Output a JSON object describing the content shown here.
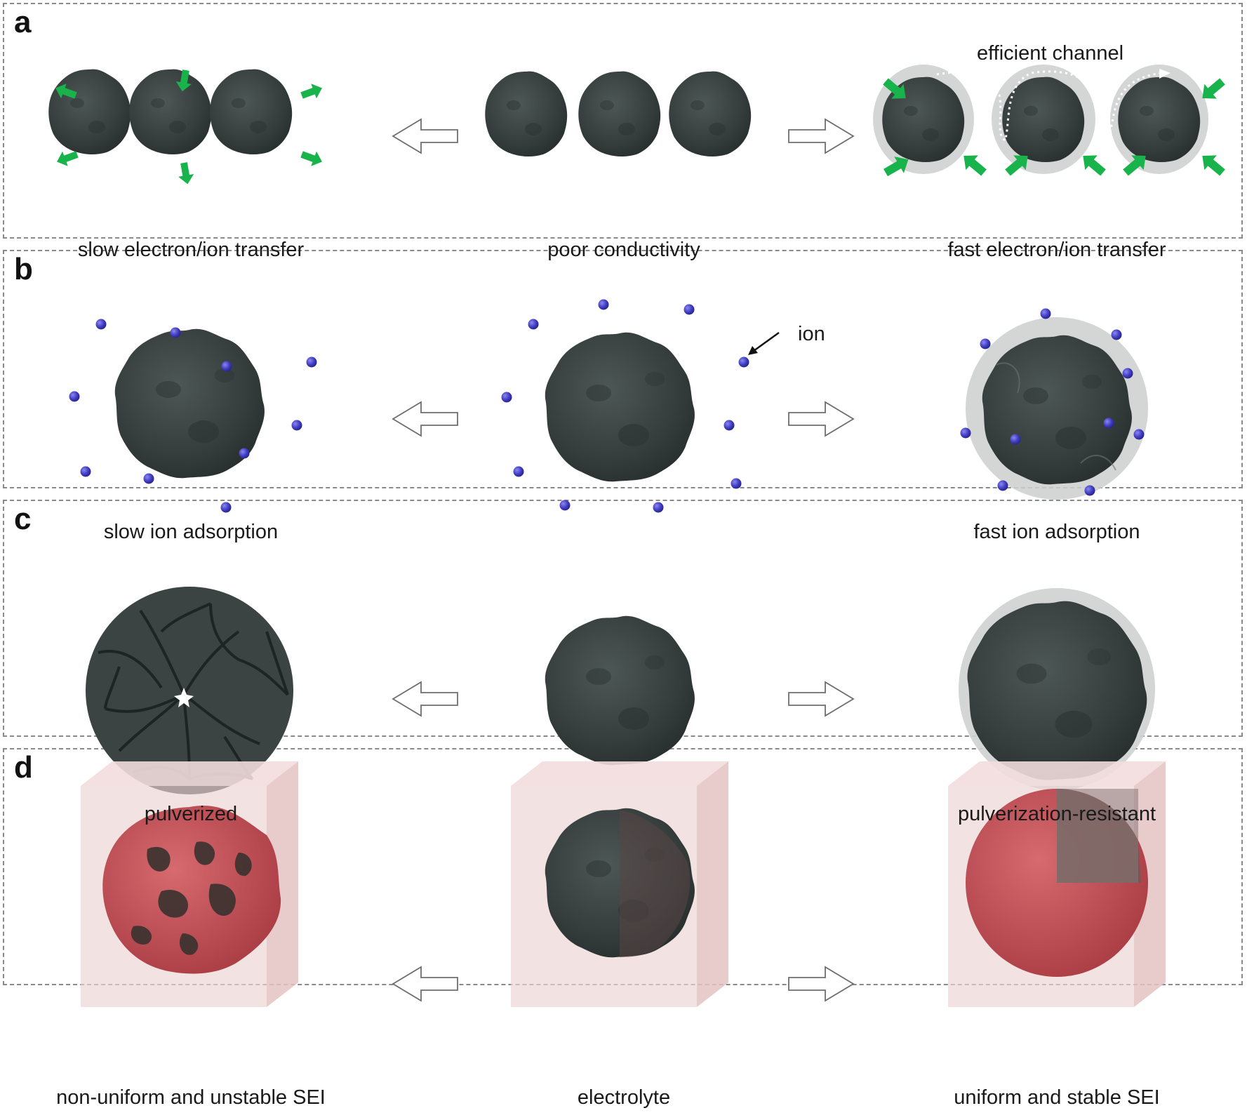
{
  "panels": [
    {
      "letter": "a",
      "captions": {
        "left": "slow electron/ion transfer",
        "center": "poor conductivity",
        "right": "fast electron/ion transfer"
      },
      "annotation": "efficient channel"
    },
    {
      "letter": "b",
      "captions": {
        "left": "slow ion adsorption",
        "right": "fast ion adsorption"
      },
      "annotation": "ion"
    },
    {
      "letter": "c",
      "captions": {
        "left": "pulverized",
        "right": "pulverization-resistant"
      }
    },
    {
      "letter": "d",
      "captions": {
        "left": "non-uniform and unstable SEI",
        "center": "electrolyte",
        "right": "uniform and stable SEI"
      }
    }
  ],
  "colors": {
    "particle": "#37403f",
    "coating": "#c9cbcb",
    "green_arrow": "#18b34a",
    "ion": "#3a37b8",
    "sei_red": "#c24e54",
    "electrolyte_box": "#e7c9c9",
    "border": "#8a8a8a"
  },
  "icons": {
    "direction_arrow": "hollow-arrow-icon",
    "transfer_arrow": "green-arrow-icon"
  }
}
